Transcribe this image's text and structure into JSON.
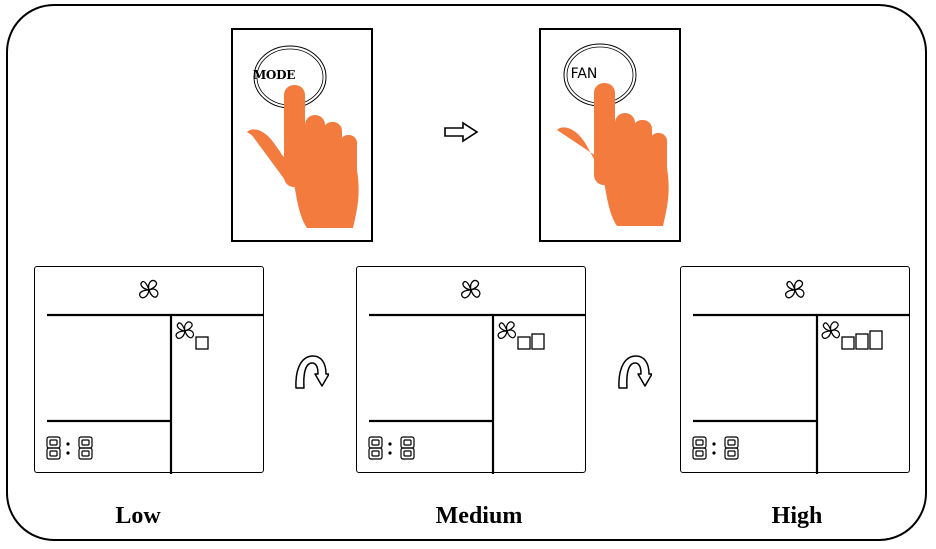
{
  "buttons": [
    {
      "label": "MODE"
    },
    {
      "label": "FAN"
    }
  ],
  "speeds": [
    {
      "label": "Low",
      "level_boxes": 1,
      "clock": "8: 8"
    },
    {
      "label": "Medium",
      "level_boxes": 2,
      "clock": "8: 8"
    },
    {
      "label": "High",
      "level_boxes": 3,
      "clock": "8: 8"
    }
  ],
  "icons": {
    "hand": "pointing-hand-icon",
    "next": "right-arrow-icon",
    "cycle": "rotate-arrow-icon",
    "fan": "fan-icon"
  },
  "colors": {
    "hand": "#F47B3E",
    "line": "#000000",
    "background": "#FFFFFF"
  }
}
